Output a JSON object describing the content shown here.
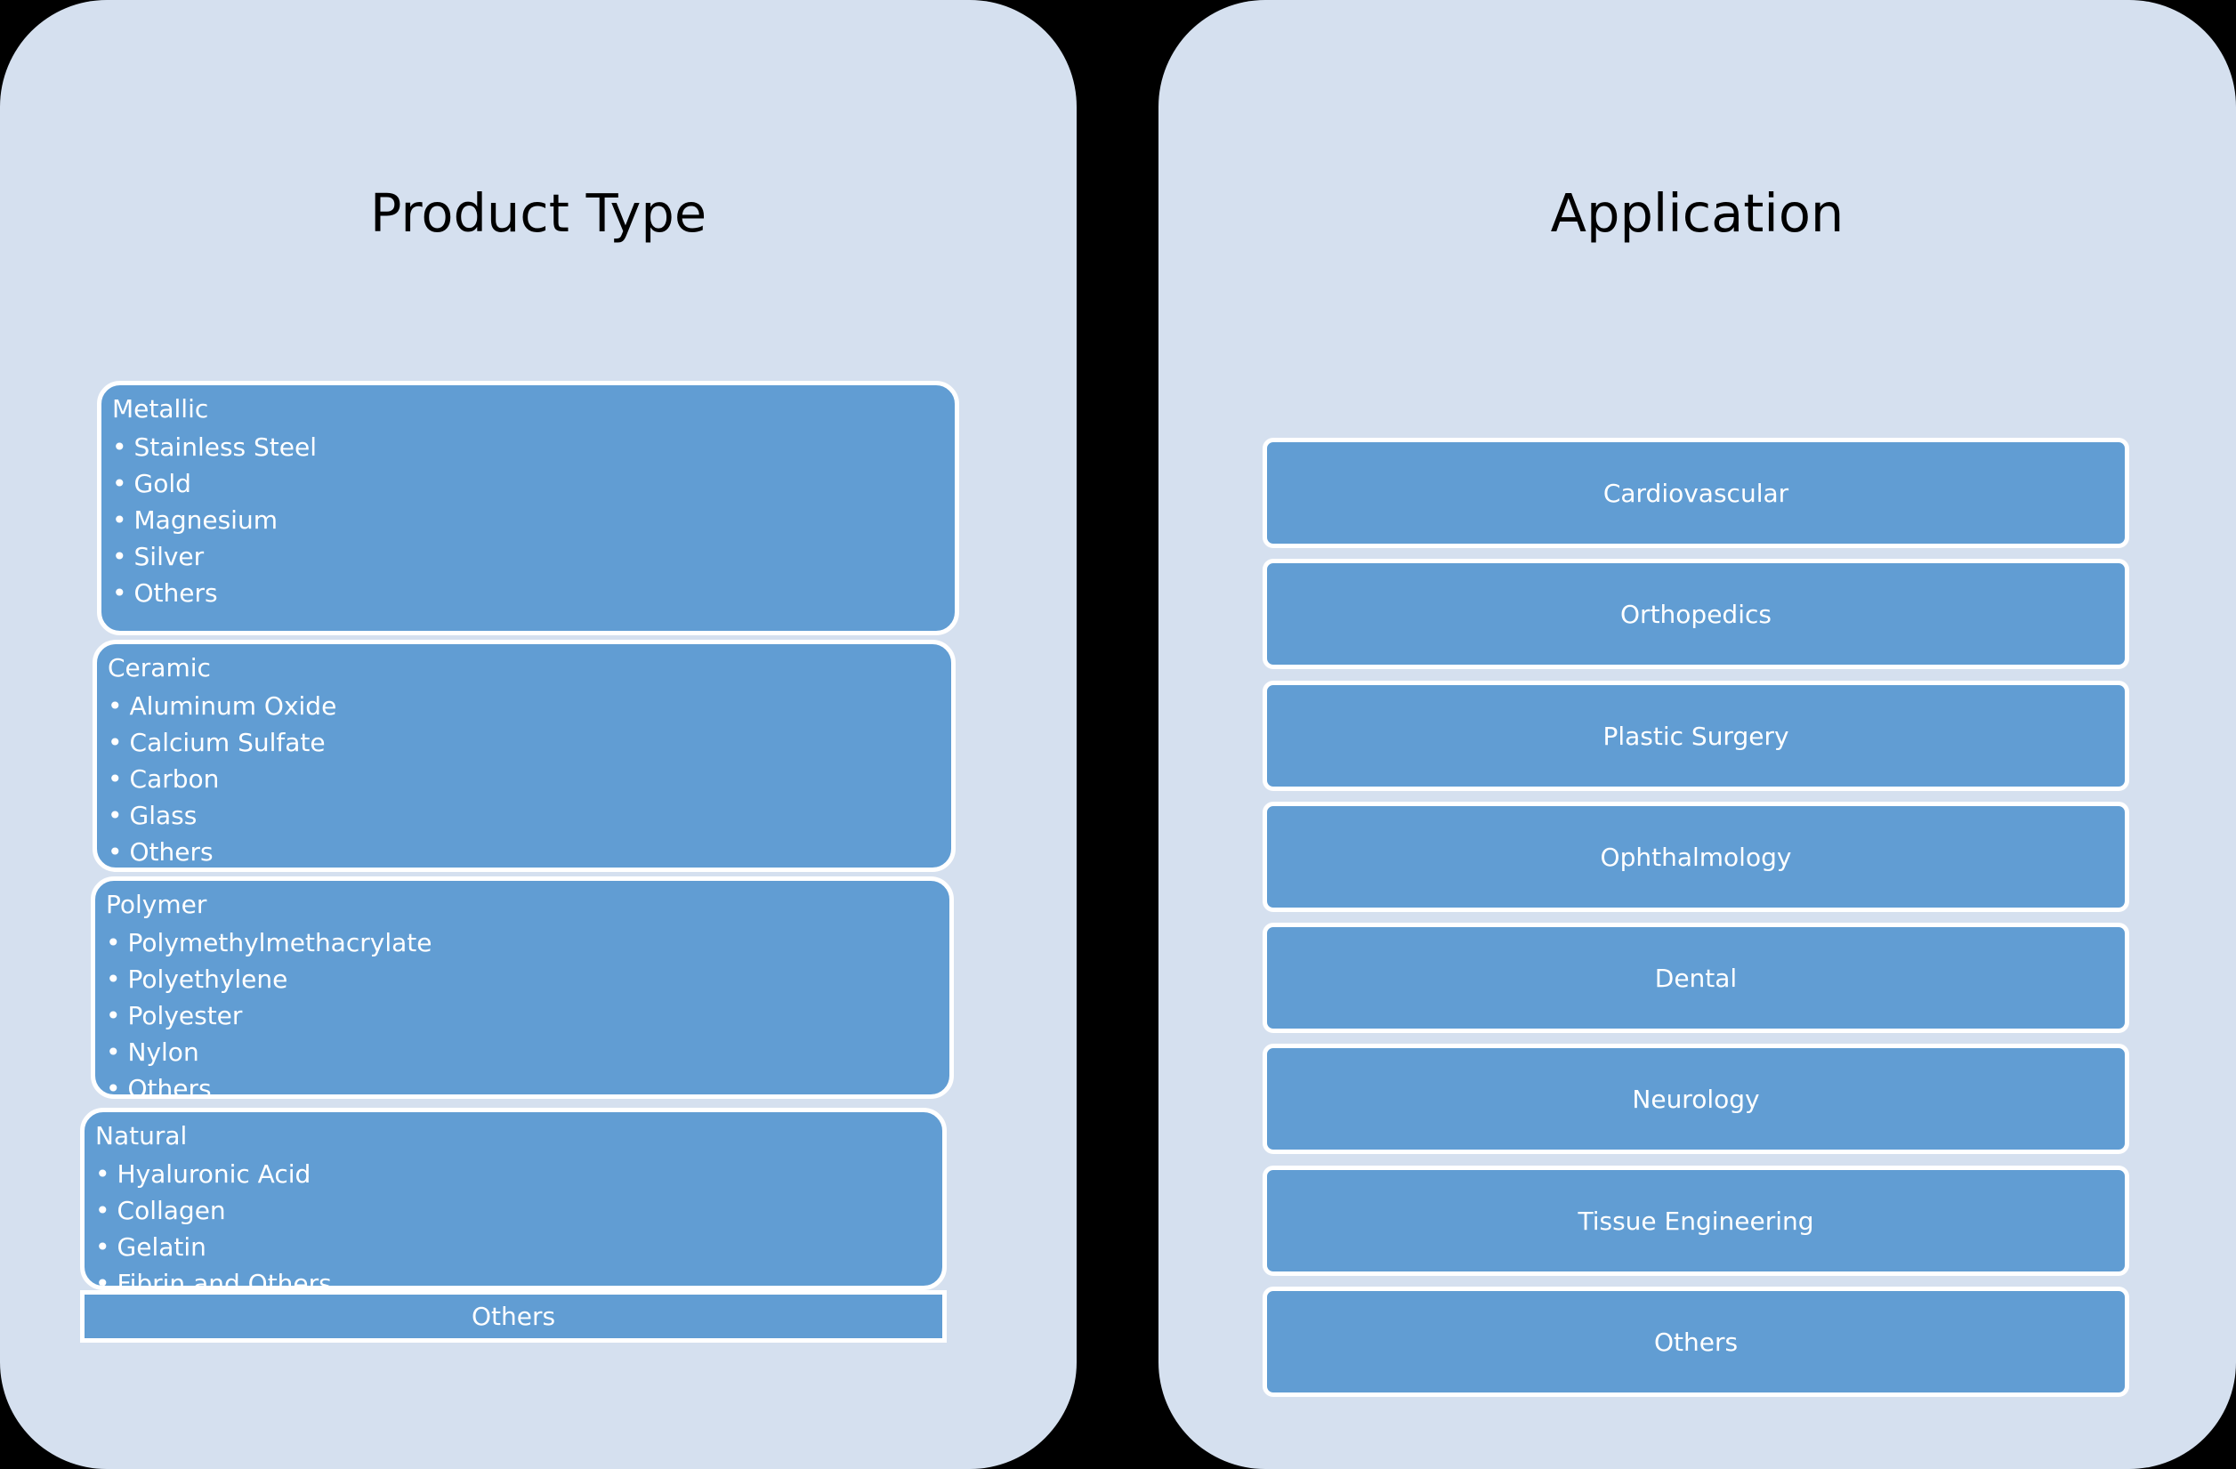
{
  "colors": {
    "background": "#000000",
    "panel": "#d5e0ef",
    "box": "#619dd3",
    "box_border": "#ffffff",
    "text": "#ffffff"
  },
  "product_type": {
    "title": "Product Type",
    "groups": [
      {
        "title": "Metallic",
        "items": [
          "Stainless Steel",
          "Gold",
          "Magnesium",
          "Silver",
          "Others"
        ]
      },
      {
        "title": "Ceramic",
        "items": [
          "Aluminum Oxide",
          "Calcium Sulfate",
          "Carbon",
          "Glass",
          "Others"
        ]
      },
      {
        "title": "Polymer",
        "items": [
          "Polymethylmethacrylate",
          "Polyethylene",
          "Polyester",
          "Nylon",
          "Others"
        ]
      },
      {
        "title": "Natural",
        "items": [
          "Hyaluronic Acid",
          "Collagen",
          "Gelatin",
          "Fibrin and Others"
        ]
      }
    ],
    "others_label": "Others"
  },
  "application": {
    "title": "Application",
    "items": [
      "Cardiovascular",
      "Orthopedics",
      "Plastic Surgery",
      "Ophthalmology",
      "Dental",
      "Neurology",
      "Tissue Engineering",
      "Others"
    ]
  }
}
